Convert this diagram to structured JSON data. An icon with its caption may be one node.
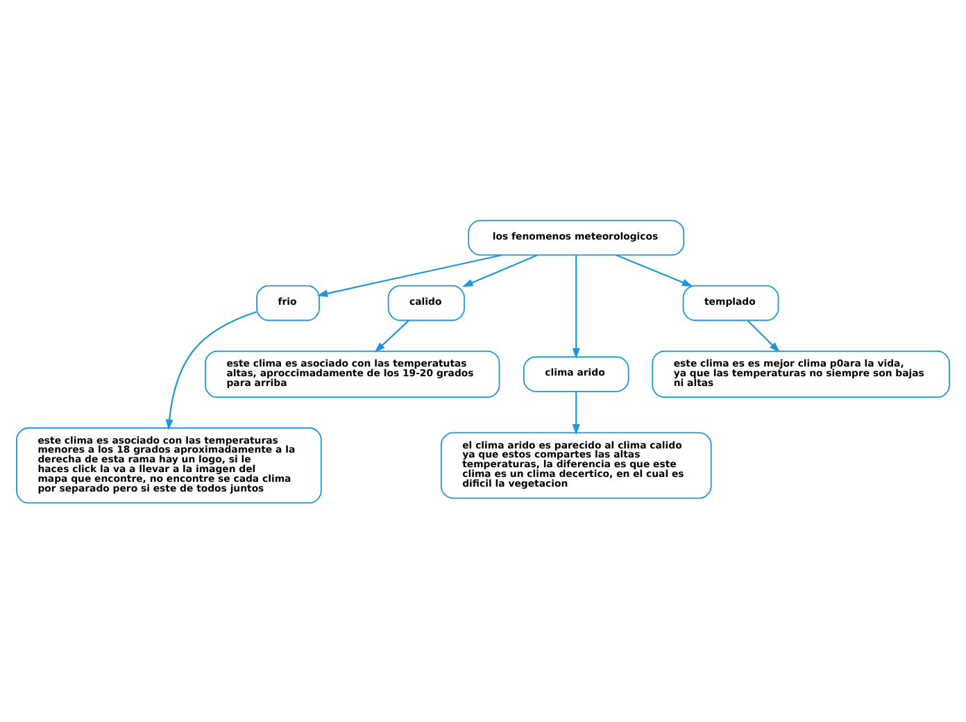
{
  "diagram": {
    "nodes": [
      {
        "text": [
          "los fenomenos meteorologicos"
        ]
      },
      {
        "text": [
          "frio"
        ]
      },
      {
        "text": [
          "calido"
        ]
      },
      {
        "text": [
          "templado"
        ]
      },
      {
        "text": [
          "este clima es asociado con las temperatutas altas, aproccimadamente de los 19-20 grados para arriba"
        ]
      },
      {
        "text": [
          "este clima es es mejor clima p0ara la vida, ya que las temperaturas no siempre son bajas ni altas"
        ]
      },
      {
        "text": [
          "clima arido"
        ]
      },
      {
        "text": [
          "este clima es asociado con las temperaturas menores a los 18 grados aproximadamente a la derecha de esta rama hay un logo, si le haces click la va a llevar a la imagen del mapa que encontre, no encontre se cada clima por separado pero si este de todos juntos"
        ]
      },
      {
        "text": [
          "el clima arido es parecido al clima calido ya que estos compartes las altas temperaturas, la diferencia es que este clima es un clima decertico, en el cual es dificil la vegetacion"
        ]
      }
    ],
    "edges": [
      {
        "from": 0,
        "to": 1,
        "arrow": "to"
      },
      {
        "from": 0,
        "to": 2,
        "arrow": "to"
      },
      {
        "from": 0,
        "to": 6,
        "arrow": "to"
      },
      {
        "from": 0,
        "to": 3,
        "arrow": "to"
      },
      {
        "from": 1,
        "to": 7,
        "arrow": "to"
      },
      {
        "from": 2,
        "to": 4,
        "arrow": "to"
      },
      {
        "from": 3,
        "to": 5,
        "arrow": "to"
      },
      {
        "from": 6,
        "to": 8,
        "arrow": "to"
      }
    ]
  }
}
